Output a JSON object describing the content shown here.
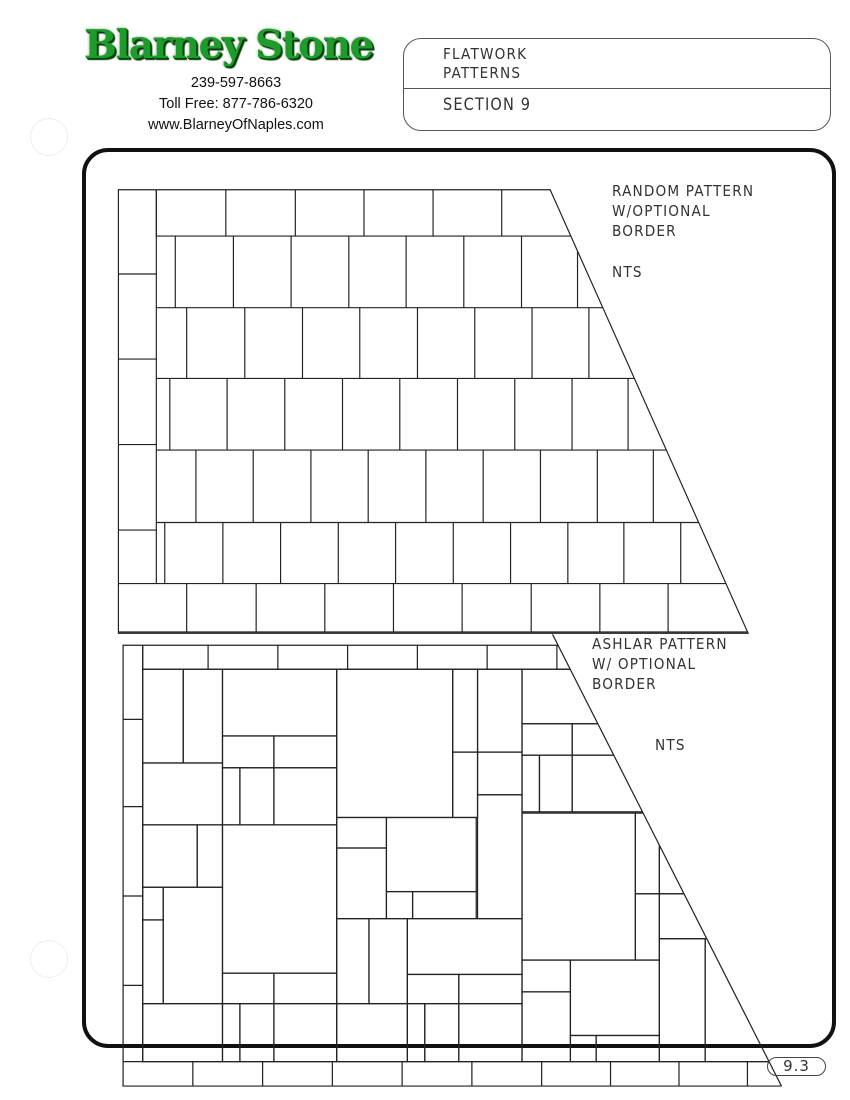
{
  "header": {
    "logo_text": "Blarney Stone",
    "phone": "239-597-8663",
    "toll_free": "Toll Free: 877-786-6320",
    "website": "www.BlarneyOfNaples.com",
    "title_line1": "FLATWORK",
    "title_line2": "PATTERNS",
    "section": "SECTION 9"
  },
  "patterns": [
    {
      "label_line1": "RANDOM PATTERN",
      "label_line2": "W/OPTIONAL",
      "label_line3": "BORDER",
      "scale": "NTS"
    },
    {
      "label_line1": "ASHLAR PATTERN",
      "label_line2": "W/ OPTIONAL",
      "label_line3": "BORDER",
      "scale": "NTS"
    }
  ],
  "footer": {
    "page_number": "9.3"
  },
  "colors": {
    "logo_green": "#1f9a2c",
    "line": "#222222"
  }
}
